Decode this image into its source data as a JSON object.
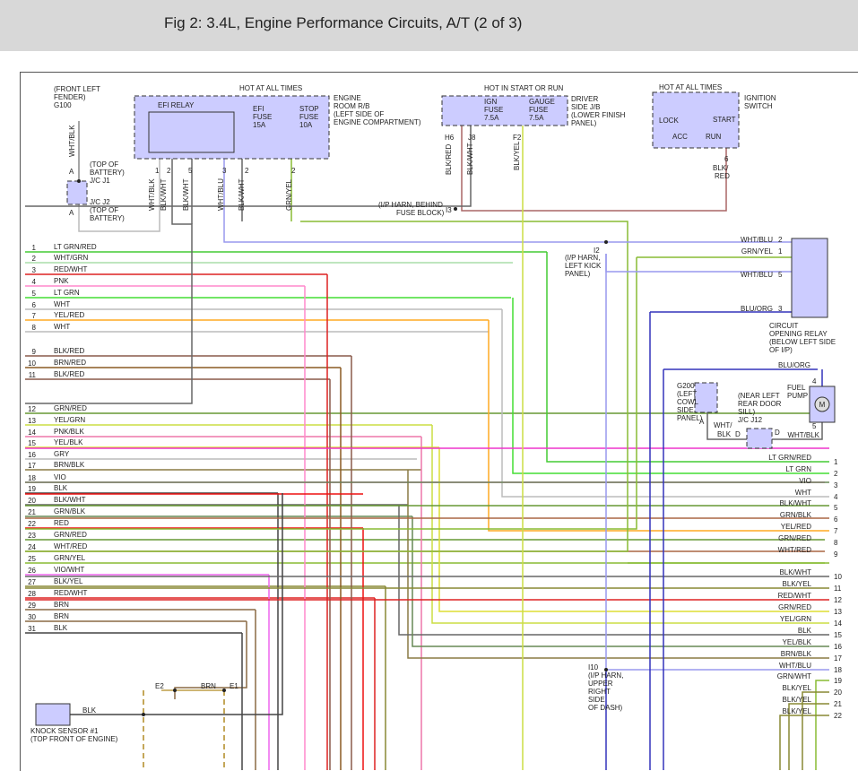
{
  "header": {
    "title": "Fig 2: 3.4L, Engine Performance Circuits, A/T (2 of 3)"
  },
  "colors": {
    "header_bg": "#d8d8d8",
    "box_fill": "#ccccff"
  },
  "components": {
    "g100": [
      "(FRONT LEFT",
      "FENDER)",
      "G100"
    ],
    "jc_j1": [
      "(TOP OF",
      "BATTERY)",
      "J/C J1"
    ],
    "jc_j2": [
      "J/C J2",
      "(TOP OF",
      "BATTERY)"
    ],
    "hot_all_times_1": "HOT AT ALL TIMES",
    "efi_relay": "EFI RELAY",
    "efi_fuse": [
      "EFI",
      "FUSE",
      "15A"
    ],
    "stop_fuse": [
      "STOP",
      "FUSE",
      "10A"
    ],
    "engine_room_rb": [
      "ENGINE",
      "ROOM R/B",
      "(LEFT SIDE OF",
      "ENGINE COMPARTMENT)"
    ],
    "hot_in_start_or_run": "HOT IN START OR RUN",
    "ign_fuse": [
      "IGN",
      "FUSE",
      "7.5A"
    ],
    "gauge_fuse": [
      "GAUGE",
      "FUSE",
      "7.5A"
    ],
    "driver_side_jb": [
      "DRIVER",
      "SIDE J/B",
      "(LOWER FINISH",
      "PANEL)"
    ],
    "hot_all_times_2": "HOT AT ALL TIMES",
    "ignition_switch": [
      "IGNITION",
      "SWITCH"
    ],
    "ign_positions": [
      "LOCK",
      "START",
      "ACC",
      "RUN"
    ],
    "i3": [
      "(I/P HARN, BEHIND",
      "FUSE BLOCK)",
      "I3"
    ],
    "i2": [
      "I2",
      "(I/P HARN,",
      "LEFT KICK",
      "PANEL)"
    ],
    "circuit_opening_relay": [
      "CIRCUIT",
      "OPENING RELAY",
      "(BELOW LEFT SIDE",
      "OF I/P)"
    ],
    "fuel_pump": [
      "FUEL",
      "PUMP"
    ],
    "g200": [
      "G200",
      "(LEFT",
      "COWL",
      "SIDE",
      "PANEL)"
    ],
    "jc_j12": [
      "(NEAR LEFT",
      "REAR DOOR",
      "SILL)",
      "J/C J12"
    ],
    "i10": [
      "I10",
      "(I/P HARN,",
      "UPPER",
      "RIGHT",
      "SIDE",
      "OF DASH)"
    ],
    "knock_sensor": [
      "KNOCK SENSOR #1",
      "(TOP FRONT OF ENGINE)"
    ]
  },
  "vertical_labels": [
    {
      "id": "g100-wire",
      "text": "WHT/BLK"
    },
    {
      "id": "efi-1",
      "text": "WHT/BLK"
    },
    {
      "id": "efi-2",
      "text": "BLK/WHT"
    },
    {
      "id": "efi-5",
      "text": "BLK/WHT"
    },
    {
      "id": "efi-3",
      "text": "WHT/BLU"
    },
    {
      "id": "efi-fuse",
      "text": "BLK/WHT"
    },
    {
      "id": "stop-fuse",
      "text": "GRN/YEL"
    },
    {
      "id": "ign-h6",
      "text": "BLK/RED"
    },
    {
      "id": "ign-j8",
      "text": "BLK/WHT"
    },
    {
      "id": "gauge-f2",
      "text": "BLK/YEL"
    }
  ],
  "pin_labels": [
    "1",
    "2",
    "5",
    "3",
    "2",
    "2",
    "H6",
    "J8",
    "F2",
    "6",
    "BLK/",
    "RED",
    "A",
    "A"
  ],
  "relay_wires": [
    {
      "label": "WHT/BLU",
      "pin": "2"
    },
    {
      "label": "GRN/YEL",
      "pin": "1"
    },
    {
      "label": "WHT/BLU",
      "pin": "5"
    },
    {
      "label": "BLU/ORG",
      "pin": "3"
    }
  ],
  "fuel_pump_wires": [
    "BLU/ORG",
    "4",
    "WHT/BLK",
    "5",
    "WHT/",
    "BLK",
    "D",
    "D",
    "A",
    "M"
  ],
  "left_connector": [
    {
      "n": "1",
      "label": "LT GRN/RED"
    },
    {
      "n": "2",
      "label": "WHT/GRN"
    },
    {
      "n": "3",
      "label": "RED/WHT"
    },
    {
      "n": "4",
      "label": "PNK"
    },
    {
      "n": "5",
      "label": "LT GRN"
    },
    {
      "n": "6",
      "label": "WHT"
    },
    {
      "n": "7",
      "label": "YEL/RED"
    },
    {
      "n": "8",
      "label": "WHT"
    },
    {
      "n": "9",
      "label": "BLK/RED"
    },
    {
      "n": "10",
      "label": "BRN/RED"
    },
    {
      "n": "11",
      "label": "BLK/RED"
    },
    {
      "n": "12",
      "label": "GRN/RED"
    },
    {
      "n": "13",
      "label": "YEL/GRN"
    },
    {
      "n": "14",
      "label": "PNK/BLK"
    },
    {
      "n": "15",
      "label": "YEL/BLK"
    },
    {
      "n": "16",
      "label": "GRY"
    },
    {
      "n": "17",
      "label": "BRN/BLK"
    },
    {
      "n": "18",
      "label": "VIO"
    },
    {
      "n": "19",
      "label": "BLK"
    },
    {
      "n": "20",
      "label": "BLK/WHT"
    },
    {
      "n": "21",
      "label": "GRN/BLK"
    },
    {
      "n": "22",
      "label": "RED"
    },
    {
      "n": "23",
      "label": "GRN/RED"
    },
    {
      "n": "24",
      "label": "WHT/RED"
    },
    {
      "n": "25",
      "label": "GRN/YEL"
    },
    {
      "n": "26",
      "label": "VIO/WHT"
    },
    {
      "n": "27",
      "label": "BLK/YEL"
    },
    {
      "n": "28",
      "label": "RED/WHT"
    },
    {
      "n": "29",
      "label": "BRN"
    },
    {
      "n": "30",
      "label": "BRN"
    },
    {
      "n": "31",
      "label": "BLK"
    }
  ],
  "right_connector": [
    {
      "n": "1",
      "label": "LT GRN/RED"
    },
    {
      "n": "2",
      "label": "LT GRN"
    },
    {
      "n": "3",
      "label": "VIO"
    },
    {
      "n": "4",
      "label": "WHT"
    },
    {
      "n": "5",
      "label": "BLK/WHT"
    },
    {
      "n": "6",
      "label": "GRN/BLK"
    },
    {
      "n": "7",
      "label": "YEL/RED"
    },
    {
      "n": "8",
      "label": "GRN/RED"
    },
    {
      "n": "9",
      "label": "WHT/RED"
    },
    {
      "n": "10",
      "label": "BLK/WHT"
    },
    {
      "n": "11",
      "label": "BLK/YEL"
    },
    {
      "n": "12",
      "label": "RED/WHT"
    },
    {
      "n": "13",
      "label": "GRN/RED"
    },
    {
      "n": "14",
      "label": "YEL/GRN"
    },
    {
      "n": "15",
      "label": "BLK"
    },
    {
      "n": "16",
      "label": "YEL/BLK"
    },
    {
      "n": "17",
      "label": "BRN/BLK"
    },
    {
      "n": "18",
      "label": "WHT/BLU"
    },
    {
      "n": "19",
      "label": "GRN/WHT"
    },
    {
      "n": "20",
      "label": "BLK/YEL"
    },
    {
      "n": "21",
      "label": "BLK/YEL"
    },
    {
      "n": "22",
      "label": "BLK/YEL"
    }
  ],
  "knock_wiring": [
    "E2",
    "BRN",
    "E1",
    "BLK"
  ]
}
